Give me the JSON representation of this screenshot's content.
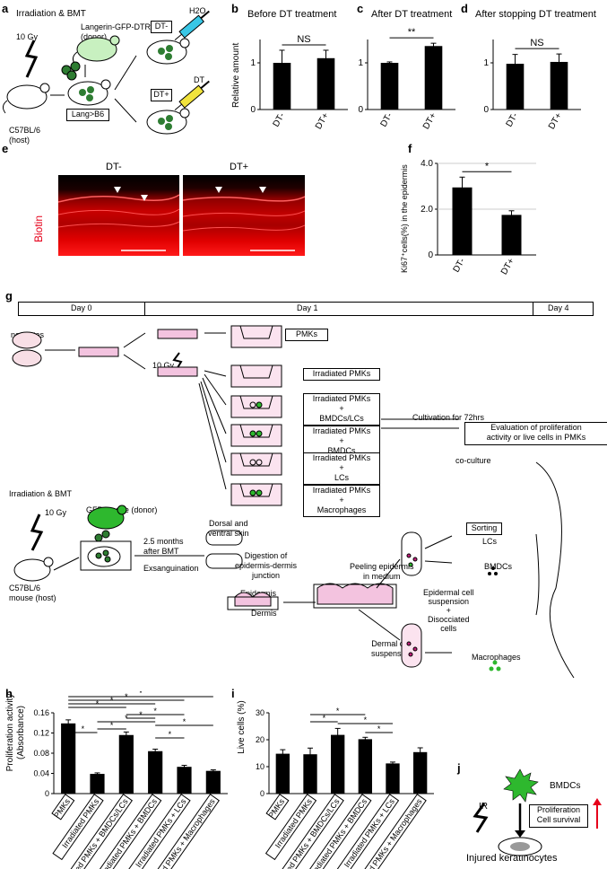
{
  "panel_a": {
    "letter": "a",
    "title": "Irradiation & BMT",
    "dose": "10 Gy",
    "donor": "Langerin-GFP-DTR\n(donor)",
    "host": "C57BL/6\n(host)",
    "chimera": "Lang>B6",
    "dt_minus": "DT-",
    "dt_plus": "DT+",
    "h2o": "H2O",
    "dt": "DT"
  },
  "panel_b": {
    "letter": "b",
    "title": "Before DT treatment",
    "ylabel": "Relative amount",
    "sig": "NS"
  },
  "panel_c": {
    "letter": "c",
    "title": "After DT treatment",
    "sig": "**"
  },
  "panel_d": {
    "letter": "d",
    "title": "After stopping DT treatment",
    "sig": "NS"
  },
  "panel_e": {
    "letter": "e",
    "dt_minus": "DT-",
    "dt_plus": "DT+",
    "stain": "Biotin"
  },
  "panel_f": {
    "letter": "f",
    "ylabel": "Ki67⁺cells(%) in the epidermis",
    "sig": "*"
  },
  "panel_g": {
    "letter": "g",
    "day0": "Day 0",
    "day1": "Day 1",
    "day4": "Day 4",
    "neonates": "neonates",
    "dose": "10 Gy",
    "pmks": "PMKs",
    "irr_pmks": "Irradiated PMKs",
    "irr_bmdc_lc": "Irradiated PMKs\n+\nBMDCs/LCs",
    "irr_bmdc": "Irradiated PMKs\n+\nBMDCs",
    "irr_lc": "Irradiated PMKs\n+\nLCs",
    "irr_mac": "Irradiated PMKs\n+\nMacrophages",
    "cultivation": "Cultivation for 72hrs",
    "evaluation": "Evaluation of proliferation\nactivity or live cells in PMKs",
    "coculture": "co-culture",
    "bmt_title": "Irradiation & BMT",
    "bmt_dose": "10 Gy",
    "gfp_donor": "GFP mouse (donor)",
    "host": "C57BL/6\nmouse (host)",
    "months": "2.5 months\nafter BMT",
    "exsang": "Exsanguination",
    "skin": "Dorsal and\nventral skin",
    "digestion": "Digestion of\nepidermis-dermis\njunction",
    "epidermis": "Epidermis",
    "dermis": "Dermis",
    "peeling": "Peeling epidermis\nin medium",
    "sorting": "Sorting",
    "lcs": "LCs",
    "bmdcs": "BMDCs",
    "epi_susp": "Epidermal cell\nsuspension\n+\nDisocciated\ncells",
    "dermal_susp": "Dermal cell\nsuspension",
    "macrophages": "Macrophages"
  },
  "panel_h": {
    "letter": "h",
    "ylabel": "Proliferation activity\n(Absorbance)"
  },
  "panel_i": {
    "letter": "i",
    "ylabel": "Live cells (%)"
  },
  "panel_j": {
    "letter": "j",
    "bmdcs": "BMDCs",
    "ir": "IR",
    "effect": "Proliferation\nCell survival",
    "target": "Injured keratinocytes"
  },
  "colors": {
    "bar": "#000000",
    "red": "#e6001a",
    "green": "#2eb82e",
    "pink": "#f3c3df",
    "magenta": "#c0207a",
    "mouse_green": "#c8f0c0"
  },
  "chart_data": [
    {
      "id": "b",
      "type": "bar",
      "title": "Before DT treatment",
      "ylabel": "Relative amount",
      "categories": [
        "DT-",
        "DT+"
      ],
      "values": [
        1.0,
        1.1
      ],
      "errors": [
        0.27,
        0.17
      ],
      "ylim": [
        0,
        1.5
      ],
      "yticks": [
        "0",
        "1"
      ],
      "sig": "NS"
    },
    {
      "id": "c",
      "type": "bar",
      "title": "After DT treatment",
      "categories": [
        "DT-",
        "DT+"
      ],
      "values": [
        1.0,
        1.36
      ],
      "errors": [
        0.02,
        0.06
      ],
      "ylim": [
        0,
        1.5
      ],
      "yticks": [
        "0",
        "1"
      ],
      "sig": "**"
    },
    {
      "id": "d",
      "type": "bar",
      "title": "After stopping DT treatment",
      "categories": [
        "DT-",
        "DT+"
      ],
      "values": [
        0.98,
        1.02
      ],
      "errors": [
        0.2,
        0.17
      ],
      "ylim": [
        0,
        1.5
      ],
      "yticks": [
        "0",
        "1"
      ],
      "sig": "NS"
    },
    {
      "id": "f",
      "type": "bar",
      "ylabel": "Ki67⁺cells(%) in the epidermis",
      "categories": [
        "DT-",
        "DT+"
      ],
      "values": [
        2.95,
        1.75
      ],
      "errors": [
        0.45,
        0.18
      ],
      "ylim": [
        0,
        4.0
      ],
      "yticks": [
        "0",
        "2.0",
        "4.0"
      ],
      "sig": "*"
    },
    {
      "id": "h",
      "type": "bar",
      "ylabel": "Proliferation activity (Absorbance)",
      "categories": [
        "PMKs",
        "Irradiated PMKs",
        "Irradiated PMKs + BMDCs/LCs",
        "Irradiated PMKs + BMDCs",
        "Irradiated PMKs + LCs",
        "Irradiated PMKs + Macrophages"
      ],
      "values": [
        0.139,
        0.039,
        0.116,
        0.084,
        0.053,
        0.045
      ],
      "errors": [
        0.007,
        0.002,
        0.006,
        0.004,
        0.003,
        0.002
      ],
      "ylim": [
        0,
        0.16
      ],
      "yticks": [
        "0",
        "0.04",
        "0.08",
        "0.12",
        "0.16"
      ]
    },
    {
      "id": "i",
      "type": "bar",
      "ylabel": "Live cells (%)",
      "categories": [
        "PMKs",
        "Irradiated PMKs",
        "Irradiated PMKs + BMDCs/LCs",
        "Irradiated PMKs + BMDCs",
        "Irradiated PMKs + LCs",
        "Irradiated PMKs + Macrophages"
      ],
      "values": [
        14.8,
        14.6,
        21.8,
        20.2,
        11.2,
        15.4
      ],
      "errors": [
        1.5,
        2.3,
        2.4,
        0.7,
        0.5,
        1.6
      ],
      "ylim": [
        0,
        30
      ],
      "yticks": [
        "0",
        "10",
        "20",
        "30"
      ]
    }
  ]
}
